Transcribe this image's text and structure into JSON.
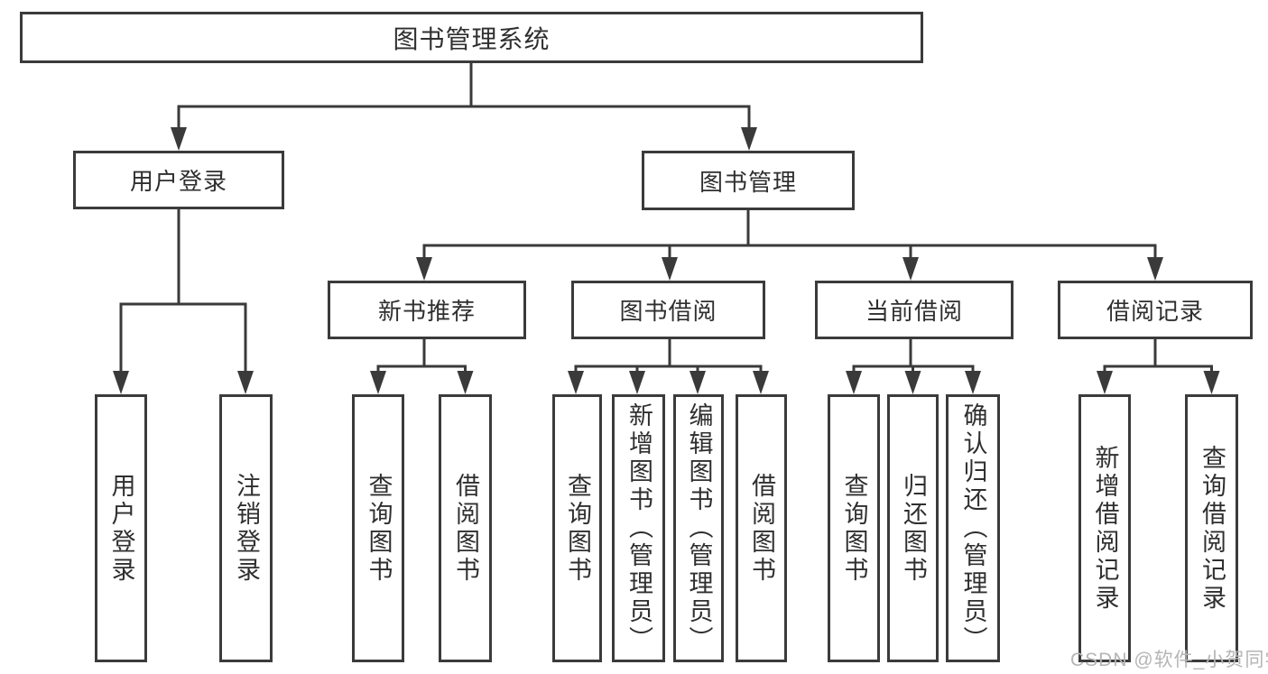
{
  "watermark": "CSDN @软件_小贺同学",
  "colors": {
    "line": "#3a3a3a",
    "box_border": "#3b3b3b",
    "box_background": "#ffffff",
    "text": "#2f2f2f",
    "watermark": "#b5b5b5"
  },
  "tree": {
    "root": {
      "label": "图书管理系统",
      "children": [
        {
          "label": "用户登录",
          "children": [
            {
              "label": "用户登录"
            },
            {
              "label": "注销登录"
            }
          ]
        },
        {
          "label": "图书管理",
          "children": [
            {
              "label": "新书推荐",
              "children": [
                {
                  "label": "查询图书"
                },
                {
                  "label": "借阅图书"
                }
              ]
            },
            {
              "label": "图书借阅",
              "children": [
                {
                  "label": "查询图书"
                },
                {
                  "label": "新增图书（管理员）"
                },
                {
                  "label": "编辑图书（管理员）"
                },
                {
                  "label": "借阅图书"
                }
              ]
            },
            {
              "label": "当前借阅",
              "children": [
                {
                  "label": "查询图书"
                },
                {
                  "label": "归还图书"
                },
                {
                  "label": "确认归还（管理员）"
                }
              ]
            },
            {
              "label": "借阅记录",
              "children": [
                {
                  "label": "新增借阅记录"
                },
                {
                  "label": "查询借阅记录"
                }
              ]
            }
          ]
        }
      ]
    }
  }
}
